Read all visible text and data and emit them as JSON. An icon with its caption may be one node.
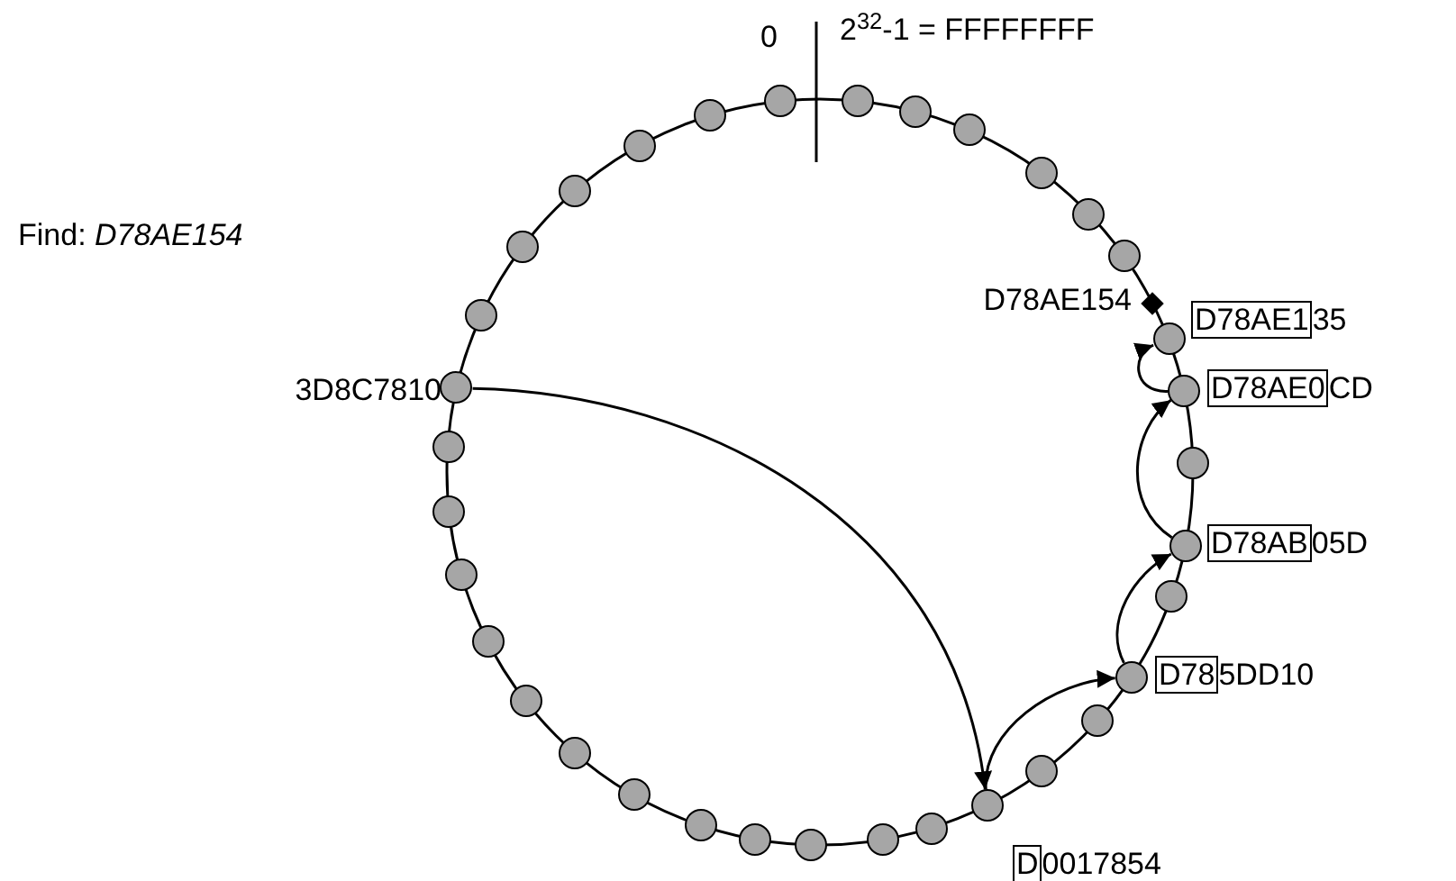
{
  "diagram": {
    "nodes": [
      {
        "text": [],
        "shape": "circle"
      },
      {
        "text": [],
        "shape": "circle"
      },
      {
        "text": [],
        "shape": "circle"
      },
      {
        "text": [],
        "shape": "circle"
      },
      {
        "text": [],
        "shape": "circle"
      },
      {
        "text": [],
        "shape": "circle"
      },
      {
        "text": [],
        "shape": "diamond",
        "beside": [
          "D78AE154"
        ]
      },
      {
        "text": [],
        "shape": "circle",
        "beside": [
          "D78AE135"
        ]
      },
      {
        "text": [],
        "shape": "circle",
        "beside": [
          "D78AE0CD"
        ]
      },
      {
        "text": [],
        "shape": "circle"
      },
      {
        "text": [],
        "shape": "circle",
        "beside": [
          "D78AB05D"
        ]
      },
      {
        "text": [],
        "shape": "circle"
      },
      {
        "text": [],
        "shape": "circle",
        "beside": [
          "D785DD10"
        ]
      },
      {
        "text": [],
        "shape": "circle"
      },
      {
        "text": [],
        "shape": "circle"
      },
      {
        "text": [],
        "shape": "circle",
        "beside": [
          "D0017854"
        ]
      },
      {
        "text": [],
        "shape": "circle"
      },
      {
        "text": [],
        "shape": "circle"
      },
      {
        "text": [],
        "shape": "circle"
      },
      {
        "text": [],
        "shape": "circle"
      },
      {
        "text": [],
        "shape": "circle"
      },
      {
        "text": [],
        "shape": "circle"
      },
      {
        "text": [],
        "shape": "circle"
      },
      {
        "text": [],
        "shape": "circle"
      },
      {
        "text": [],
        "shape": "circle"
      },
      {
        "text": [],
        "shape": "circle"
      },
      {
        "text": [],
        "shape": "circle"
      },
      {
        "text": [],
        "shape": "circle"
      },
      {
        "text": [],
        "shape": "circle",
        "beside": [
          "3D8C7810"
        ]
      },
      {
        "text": [],
        "shape": "circle"
      },
      {
        "text": [],
        "shape": "circle"
      },
      {
        "text": [],
        "shape": "circle"
      },
      {
        "text": [],
        "shape": "circle"
      },
      {
        "text": [],
        "shape": "circle"
      },
      {
        "text": [],
        "shape": "circle"
      }
    ],
    "edges": [
      {
        "from": 28,
        "to": 15,
        "arrow": "to"
      },
      {
        "from": 15,
        "to": 12,
        "arrow": "to"
      },
      {
        "from": 12,
        "to": 10,
        "arrow": "to"
      },
      {
        "from": 10,
        "to": 8,
        "arrow": "to"
      },
      {
        "from": 8,
        "to": 7,
        "arrow": "to"
      }
    ],
    "labels": [
      "0",
      "2$^{32}$-1 = FFFFFFFF",
      "Find: *D78AE154*"
    ]
  }
}
